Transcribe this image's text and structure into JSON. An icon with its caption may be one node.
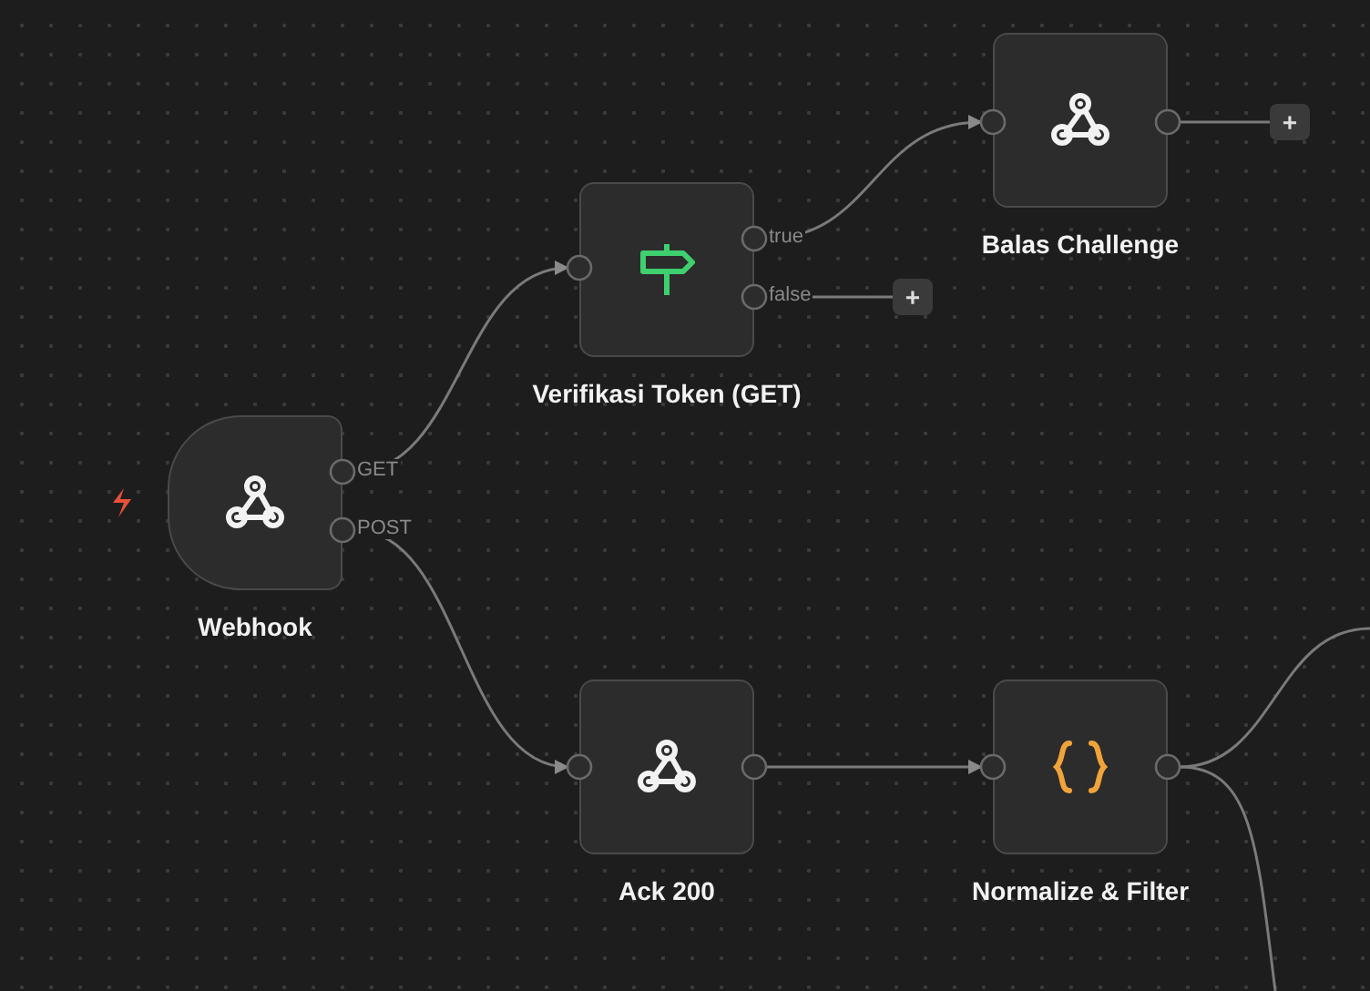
{
  "diagram": {
    "nodes": [
      {
        "text": [
          "Webhook"
        ],
        "beside": [
          "GET",
          "POST"
        ]
      },
      {
        "text": [
          "Verifikasi Token (GET)"
        ],
        "beside": [
          "true",
          "false"
        ]
      },
      {
        "text": [
          "Balas Challenge"
        ]
      },
      {
        "text": [
          "Ack 200"
        ]
      },
      {
        "text": [
          "Normalize & Filter"
        ]
      },
      {
        "text": [
          "+"
        ]
      },
      {
        "text": [
          "+"
        ]
      }
    ],
    "edges": [
      {
        "from": 0,
        "to": 1,
        "arrow": "to"
      },
      {
        "from": 1,
        "to": 2,
        "arrow": "to"
      },
      {
        "from": 1,
        "to": 5,
        "arrow": "none"
      },
      {
        "from": 2,
        "to": 6,
        "arrow": "none"
      },
      {
        "from": 0,
        "to": 3,
        "arrow": "to"
      },
      {
        "from": 3,
        "to": 4,
        "arrow": "to"
      },
      {
        "from": 4,
        "to": null,
        "arrow": "none"
      },
      {
        "from": 4,
        "to": null,
        "arrow": "none"
      }
    ]
  }
}
